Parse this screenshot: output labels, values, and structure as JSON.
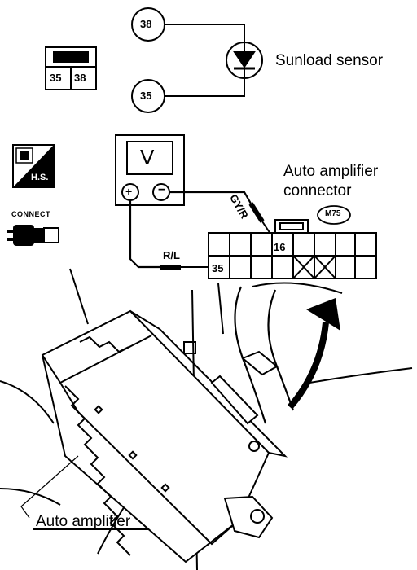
{
  "sensor": {
    "label": "Sunload sensor",
    "terminal_top": "38",
    "terminal_bottom": "35"
  },
  "sensor_connector": {
    "pins": [
      "35",
      "38"
    ]
  },
  "harness_badge": {
    "text": "H.S."
  },
  "connect_icon": {
    "label": "CONNECT"
  },
  "voltmeter": {
    "symbol": "V",
    "positive": "⊕",
    "negative": "⊖"
  },
  "leads": {
    "negative_wire": "GY/R",
    "positive_wire": "R/L"
  },
  "amp_connector": {
    "label_line1": "Auto amplifier",
    "label_line2": "connector",
    "code": "M75",
    "pin_16": "16",
    "pin_35": "35"
  },
  "unit": {
    "label": "Auto amplifier"
  }
}
